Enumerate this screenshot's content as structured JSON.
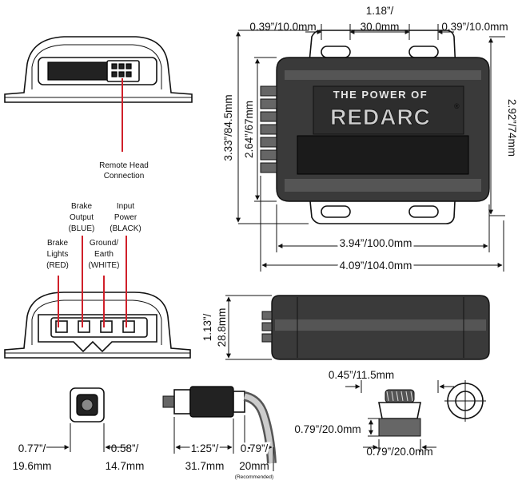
{
  "top_dimensions": {
    "slot_left": "0.39”/10.0mm",
    "center_line1": "1.18”/",
    "center_line2": "30.0mm",
    "slot_right": "0.39”/10.0mm"
  },
  "side_dimensions": {
    "overall_height": "3.33”/84.5mm",
    "inner_height": "2.64”/67mm",
    "right_height": "2.92”/74mm"
  },
  "width_dimensions": {
    "inner_width": "3.94”/100.0mm",
    "overall_width": "4.09”/104.0mm"
  },
  "device": {
    "tagline": "THE POWER OF",
    "brand": "REDARC",
    "registered": "®"
  },
  "connector_labels": {
    "remote_head_line1": "Remote Head",
    "remote_head_line2": "Connection",
    "brake_output_line1": "Brake",
    "brake_output_line2": "Output",
    "brake_output_line3": "(BLUE)",
    "input_power_line1": "Input",
    "input_power_line2": "Power",
    "input_power_line3": "(BLACK)",
    "brake_lights_line1": "Brake",
    "brake_lights_line2": "Lights",
    "brake_lights_line3": "(RED)",
    "ground_line1": "Ground/",
    "ground_line2": "Earth",
    "ground_line3": "(WHITE)"
  },
  "side_view": {
    "depth_line1": "1.13”/",
    "depth_line2": "28.8mm"
  },
  "remote_head": {
    "dia_top": "0.45”/11.5mm",
    "dia_mid": "0.79”/20.0mm",
    "dia_bottom": "0.79”/20.0mm"
  },
  "bottom_dimensions": {
    "a_line1": "0.77”/",
    "a_line2": "19.6mm",
    "b_line1": "0.58”/",
    "b_line2": "14.7mm",
    "c_line1": "1.25”/",
    "c_line2": "31.7mm",
    "d_line1": "0.79”/",
    "d_line2": "20mm",
    "recommended": "(Recommended)"
  },
  "colors": {
    "wire_red": "#d0202a",
    "body": "#3a3a3a",
    "outline": "#111111"
  }
}
